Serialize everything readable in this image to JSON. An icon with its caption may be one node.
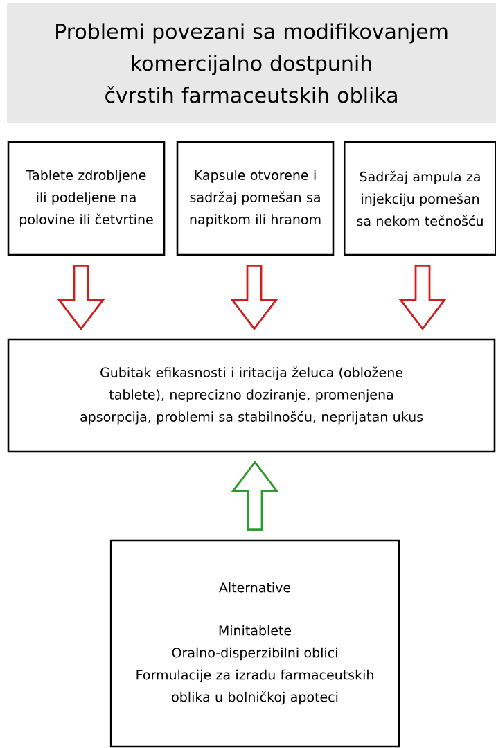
{
  "diagram": {
    "title": "Problemi povezani sa modifikovanjem komercijalno dostpunih čvrstih farmaceutskih oblika",
    "nodes": [
      {
        "text": [
          "Tablete zdrobljene ili podeljene na polovine ili četvrtine"
        ]
      },
      {
        "text": [
          "Kapsule otvorene i sadržaj pomešan sa napitkom ili hranom"
        ]
      },
      {
        "text": [
          "Sadržaj ampula za injekciju pomešan sa nekom tečnošću"
        ]
      },
      {
        "text": [
          "Gubitak efikasnosti i iritacija želuca (obložene tablete), neprecizno doziranje, promenjena apsorpcija, problemi sa stabilnošću, neprijatan ukus"
        ]
      },
      {
        "text": [
          "Alternative",
          "Minitablete",
          "Oralno-disperzibilni oblici",
          "Formulacije za izradu farmaceutskih oblika u bolničkoj apoteci"
        ]
      }
    ],
    "edges": [
      {
        "from": 0,
        "to": 3,
        "arrow": "to"
      },
      {
        "from": 1,
        "to": 3,
        "arrow": "to"
      },
      {
        "from": 2,
        "to": 3,
        "arrow": "to"
      },
      {
        "from": 4,
        "to": 3,
        "arrow": "to",
        "color": "#2f9a2f"
      }
    ]
  }
}
